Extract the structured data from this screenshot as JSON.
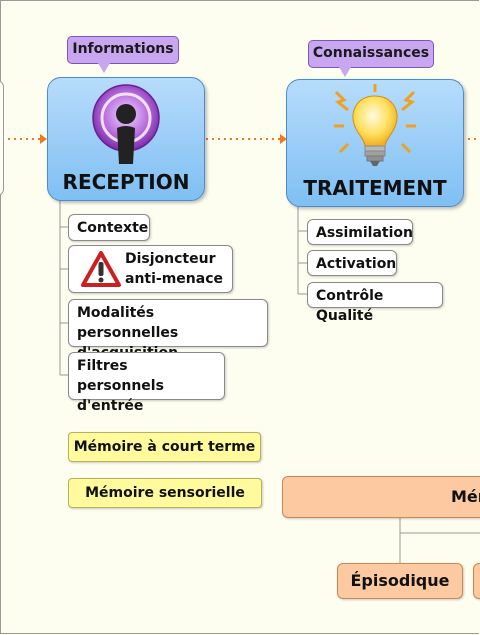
{
  "tags": {
    "informations": "Informations",
    "connaissances": "Connaissances"
  },
  "nodes": {
    "reception": "RECEPTION",
    "traitement": "TRAITEMENT"
  },
  "reception_items": {
    "contexte": "Contexte",
    "disjoncteur_line1": "Disjoncteur",
    "disjoncteur_line2": "anti-menace",
    "modalites_line1": "Modalités personnelles",
    "modalites_line2": "d'acquisition",
    "filtres_line1": "Filtres personnels",
    "filtres_line2": "d'entrée"
  },
  "traitement_items": {
    "assimilation": "Assimilation",
    "activation": "Activation",
    "controle": "Contrôle Qualité"
  },
  "memory": {
    "court_terme": "Mémoire à court terme",
    "sensorielle": "Mémoire sensorielle",
    "long_terme_partial": "Mém",
    "episodique": "Épisodique"
  },
  "colors": {
    "main_node": "#8cc6f5",
    "tag": "#c8a7f0",
    "yellow": "#fffa9c",
    "orange": "#fcc9a0",
    "arrow": "#f07820"
  },
  "icons": [
    "podcast-icon",
    "light-bulb-icon",
    "warning-icon"
  ]
}
